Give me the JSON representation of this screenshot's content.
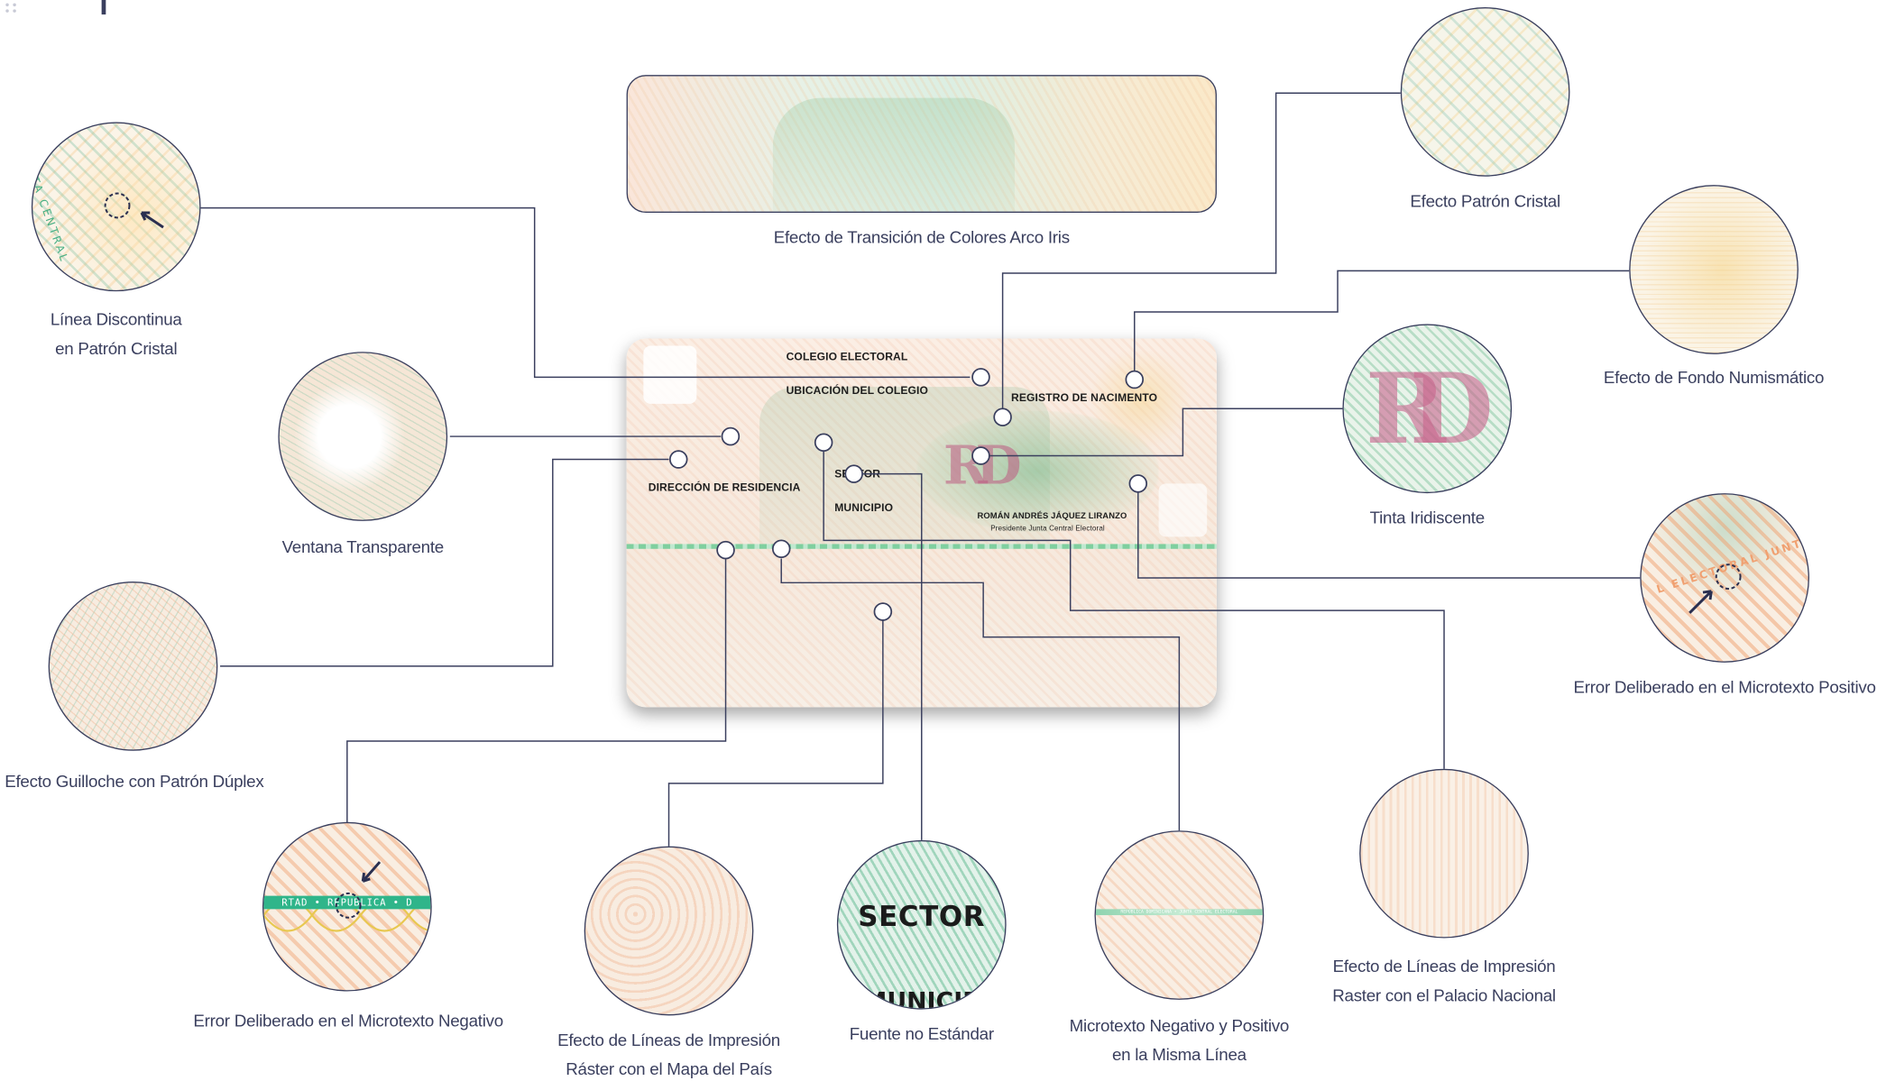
{
  "diagram": {
    "top_feature_caption": "Efecto de Transición de Colores Arco Iris",
    "card_labels": {
      "colegio": "COLEGIO ELECTORAL",
      "ubicacion": "UBICACIÓN DEL COLEGIO",
      "registro": "REGISTRO DE NACIMENTO",
      "direccion": "DIRECCIÓN DE RESIDENCIA",
      "sector": "SECTOR",
      "municipio": "MUNICIPIO",
      "firmante": "ROMÁN ANDRÉS JÁQUEZ LIRANZO",
      "cargo": "Presidente Junta Central Electoral"
    },
    "features": {
      "linea_discontinua": {
        "line1": "Línea Discontinua",
        "line2": "en Patrón Cristal"
      },
      "ventana": "Ventana Transparente",
      "guilloche": "Efecto Guilloche con Patrón Dúplex",
      "error_negativo": "Error Deliberado en el Microtexto Negativo",
      "raster_mapa": {
        "line1": "Efecto de Líneas de Impresión",
        "line2": "Ráster con el Mapa del País"
      },
      "fuente": "Fuente no Estándar",
      "microtexto_linea": {
        "line1": "Microtexto Negativo y Positivo",
        "line2": "en la Misma Línea"
      },
      "raster_palacio": {
        "line1": "Efecto de Líneas de Impresión",
        "line2": "Raster con el Palacio Nacional"
      },
      "error_positivo": "Error Deliberado en el Microtexto Positivo",
      "tinta": "Tinta Iridiscente",
      "fondo": "Efecto de Fondo Numismático",
      "patron_cristal": "Efecto Patrón Cristal"
    },
    "zoom_texts": {
      "sector_big": "SECTOR",
      "municipio_partial": "MUNICIP",
      "micro_negativo": "RTAD • REPUBLICA • D",
      "micro_positivo": "L ELECTORAL JUNTA",
      "micro_vertical": "NTA CENTRAL",
      "micro_linea": "REPÚBLICA DOMINICANA • JUNTA CENTRAL ELECTORAL",
      "monogram": "RD"
    },
    "colors": {
      "connector": "#3a3f5e",
      "peach": "#f6e5d7",
      "green": "#2fb58a",
      "pink": "#be5a82",
      "gold": "#f5d282"
    }
  }
}
